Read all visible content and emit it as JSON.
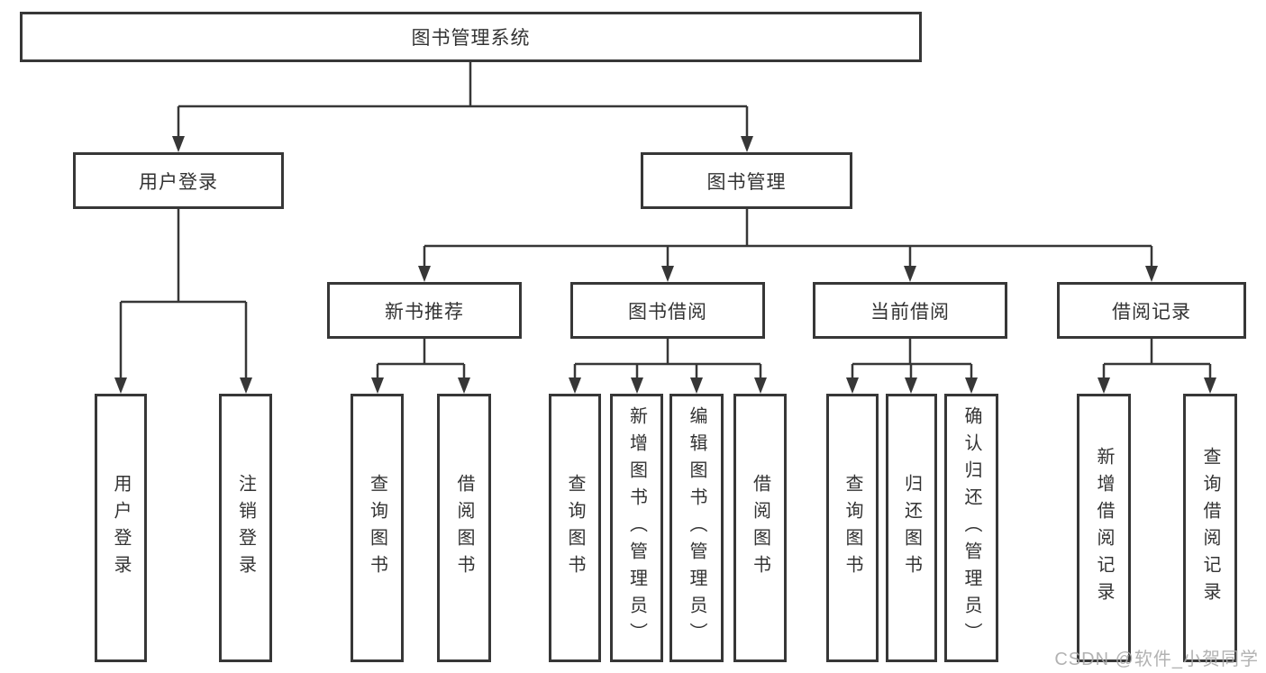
{
  "diagram_title": "图书管理系统",
  "tree": {
    "root": {
      "label": "图书管理系统"
    },
    "branches": [
      {
        "label": "用户登录",
        "children": [
          {
            "label": "用户登录"
          },
          {
            "label": "注销登录"
          }
        ]
      },
      {
        "label": "图书管理",
        "sections": [
          {
            "label": "新书推荐",
            "children": [
              {
                "label": "查询图书"
              },
              {
                "label": "借阅图书"
              }
            ]
          },
          {
            "label": "图书借阅",
            "children": [
              {
                "label": "查询图书"
              },
              {
                "label": "新增图书（管理员）"
              },
              {
                "label": "编辑图书（管理员）"
              },
              {
                "label": "借阅图书"
              }
            ]
          },
          {
            "label": "当前借阅",
            "children": [
              {
                "label": "查询图书"
              },
              {
                "label": "归还图书"
              },
              {
                "label": "确认归还（管理员）"
              }
            ]
          },
          {
            "label": "借阅记录",
            "children": [
              {
                "label": "新增借阅记录"
              },
              {
                "label": "查询借阅记录"
              }
            ]
          }
        ]
      }
    ]
  },
  "watermark": "CSDN @软件_小贺同学",
  "colors": {
    "line": "#373737",
    "text": "#333333",
    "background": "#ffffff",
    "watermark": "#aaaaaa"
  }
}
